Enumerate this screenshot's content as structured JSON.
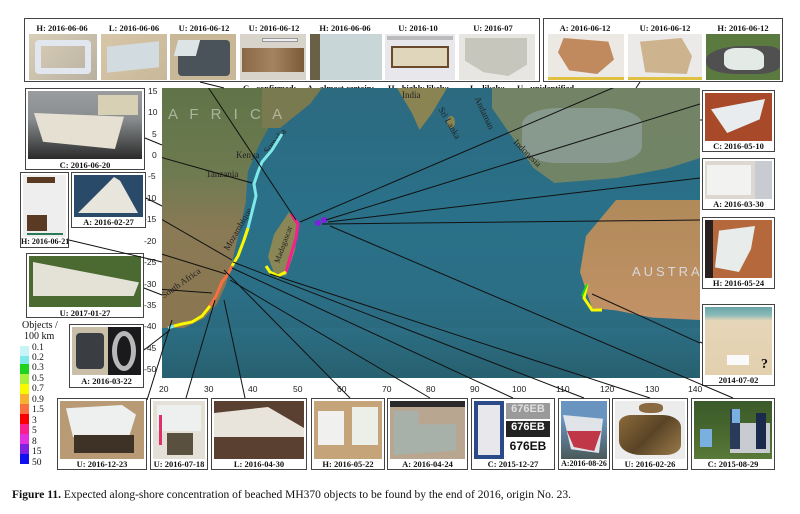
{
  "figure": {
    "number_label": "Figure 11.",
    "caption": " Expected along-shore concentration of beached MH370 objects to be found by the end of 2016, origin No. 23."
  },
  "legend_categories": {
    "c": "C - confirmed;",
    "a": "A - almost certain;",
    "h": "H - highly likely;",
    "l": "L - likely;",
    "u": "U - unidentified"
  },
  "top_panel_left": [
    {
      "label": "H: 2016-06-06",
      "photo": "white aircraft window frame on sand",
      "color": "#c9cfd6"
    },
    {
      "label": "L: 2016-06-06",
      "photo": "light blue-grey panel fragment",
      "color": "#cdd2d4"
    },
    {
      "label": "U: 2016-06-12",
      "photo": "dark grey honeycomb panel with white piece",
      "color": "#4a5058"
    },
    {
      "label": "U: 2016-06-12",
      "photo": "rusty brown strip with ruler",
      "color": "#8a6a4a"
    },
    {
      "label": "H: 2016-06-06",
      "photo": "white-blue flat panel",
      "color": "#c5d5d8"
    },
    {
      "label": "U: 2016-10",
      "photo": "cream fragment with ruler",
      "color": "#d8d2c0"
    },
    {
      "label": "U: 2016-07",
      "photo": "grey-white irregular panel",
      "color": "#c8c8c0"
    }
  ],
  "top_panel_right": [
    {
      "label": "A: 2016-06-12",
      "photo": "tan broken fragments with ruler",
      "color": "#c9a27a"
    },
    {
      "label": "U: 2016-06-12",
      "photo": "tan composite fragment with ruler",
      "color": "#c8b08a"
    },
    {
      "label": "H: 2016-06-12",
      "photo": "white panel on dark rock and grass",
      "color": "#5f7a4a"
    }
  ],
  "left_cards": [
    {
      "label": "C: 2016-06-20",
      "photo": "large white flap in workshop"
    },
    {
      "label": "H: 2016-06-21",
      "photo": "white panel with brown edges"
    },
    {
      "label": "A: 2016-02-27",
      "photo": "white triangular piece on blue"
    },
    {
      "label": "U: 2017-01-27",
      "photo": "white wing piece on grass"
    },
    {
      "label": "A: 2016-03-22",
      "photo": "Rolls-Royce engine cowling fragment"
    }
  ],
  "right_cards": [
    {
      "label": "C: 2016-05-10",
      "photo": "white panel on red-brown table"
    },
    {
      "label": "A: 2016-03-30",
      "photo": "white panel with annotations"
    },
    {
      "label": "H: 2016-05-24",
      "photo": "white panel on wooden board"
    },
    {
      "label": "2014-07-02",
      "photo": "beach with white object",
      "mark": "?"
    }
  ],
  "bottom_cards": [
    {
      "label": "U: 2016-12-23",
      "photo": "white panel on sand"
    },
    {
      "label": "U: 2016-07-18",
      "photo": "white broken panel with red ruler"
    },
    {
      "label": "L: 2016-04-30",
      "photo": "white curved wing part"
    },
    {
      "label": "H: 2016-05-22",
      "photo": "two white fragments on sand"
    },
    {
      "label": "A: 2016-04-24",
      "photo": "grey panel against brick wall"
    },
    {
      "label": "C: 2015-12-27",
      "photo": "panel with stencil 676EB",
      "stencil": "676EB"
    },
    {
      "label": "A:2016-08-26",
      "photo": "red and white piece near water"
    },
    {
      "label": "U: 2016-02-26",
      "photo": "rusty brown fragments"
    },
    {
      "label": "C: 2015-08-29",
      "photo": "flaperon with gendarmes"
    }
  ],
  "map": {
    "y_ticks": [
      "15",
      "10",
      "5",
      "0",
      "-5",
      "-10",
      "-15",
      "-20",
      "-25",
      "-30",
      "-35",
      "-40",
      "-45",
      "-50"
    ],
    "x_ticks": [
      "20",
      "30",
      "40",
      "50",
      "60",
      "70",
      "80",
      "90",
      "100",
      "110",
      "120",
      "130",
      "140"
    ],
    "place_labels": {
      "africa": "A F R I C A",
      "somalia": "Somalia",
      "kenya": "Kenya",
      "tanzania": "Tanzania",
      "mozambique": "Mozambique",
      "madagascar": "Madagascar",
      "south_africa": "South Africa",
      "india": "India",
      "sri_lanka": "Sri Lanka",
      "andaman": "Andaman",
      "indonesia": "Indonesia",
      "australia": "AUSTRA"
    }
  },
  "colorbar": {
    "title_line1": "Objects /",
    "title_line2": "100 km",
    "levels": [
      {
        "value": "0.1",
        "color": "#c8f4f8"
      },
      {
        "value": "0.2",
        "color": "#7fe8e8"
      },
      {
        "value": "0.3",
        "color": "#1ed21e"
      },
      {
        "value": "0.5",
        "color": "#a8f03c"
      },
      {
        "value": "0.7",
        "color": "#f8f800"
      },
      {
        "value": "0.9",
        "color": "#f8b030"
      },
      {
        "value": "1.5",
        "color": "#f87040"
      },
      {
        "value": "3",
        "color": "#f80000"
      },
      {
        "value": "5",
        "color": "#f8208c"
      },
      {
        "value": "8",
        "color": "#e030e0"
      },
      {
        "value": "15",
        "color": "#8020e0"
      },
      {
        "value": "50",
        "color": "#1010f0"
      }
    ]
  }
}
